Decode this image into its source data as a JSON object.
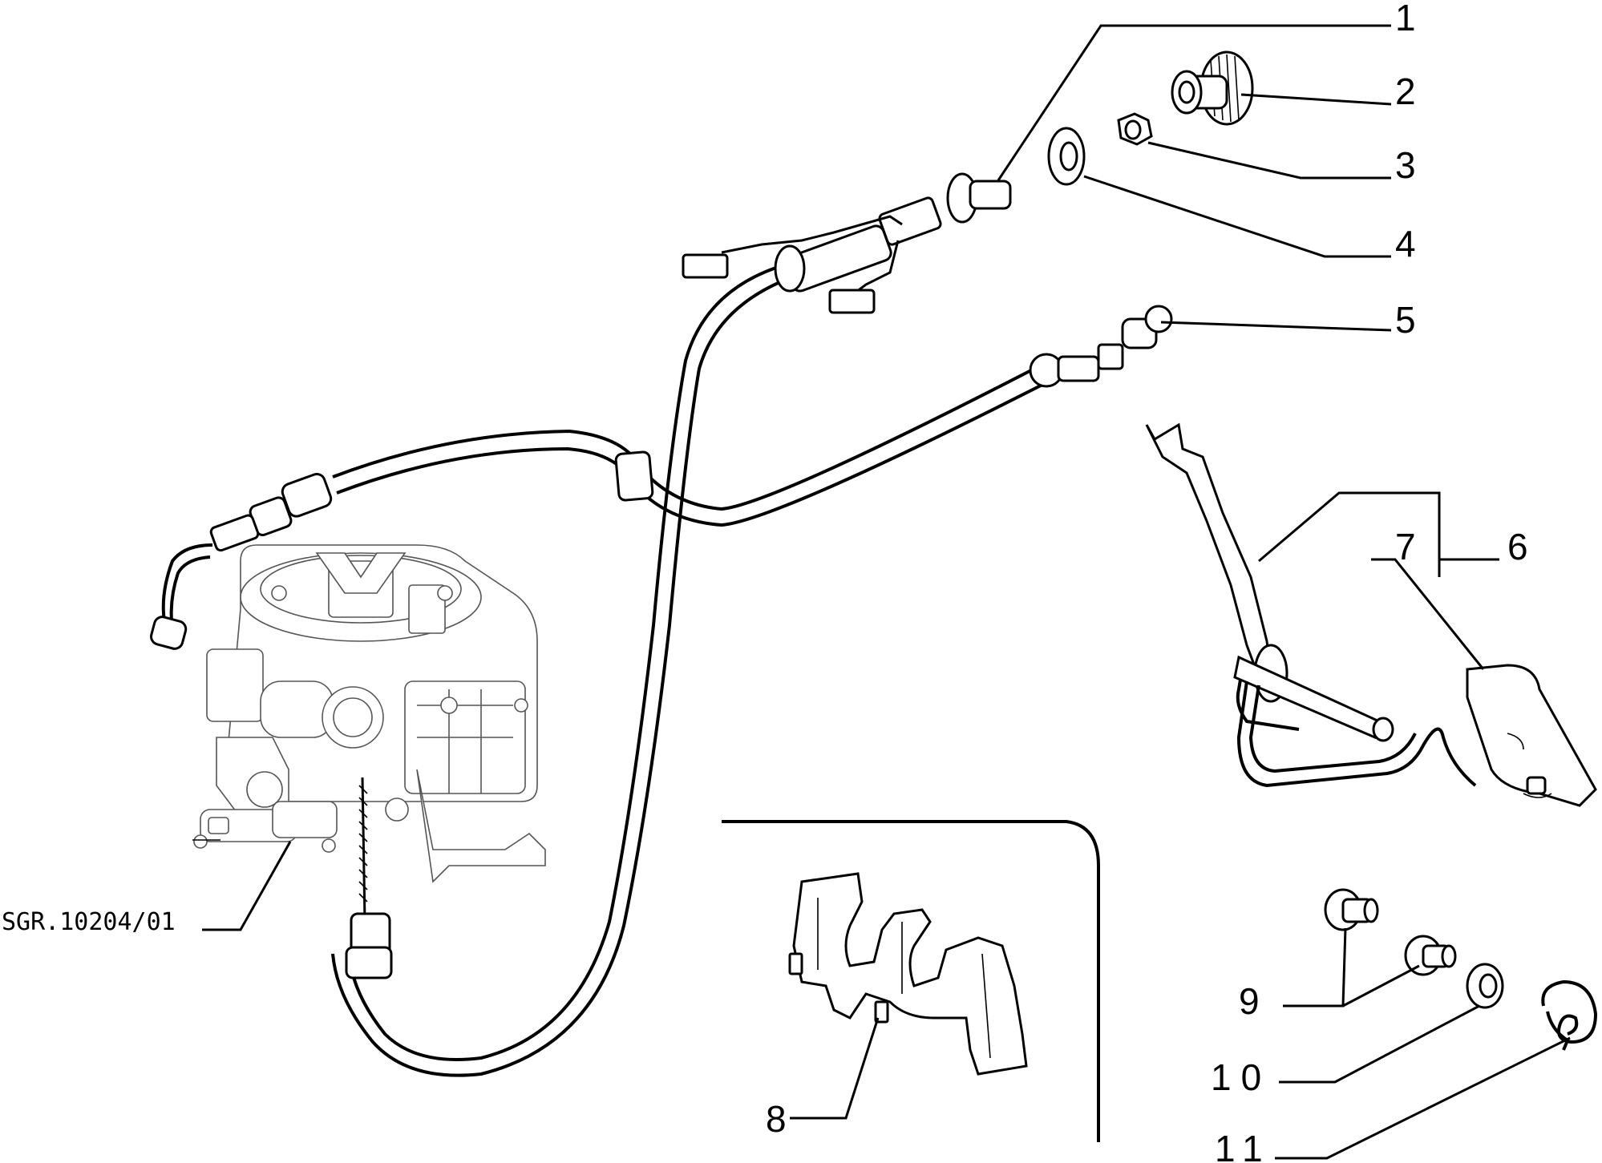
{
  "diagram": {
    "reference_code": "SGR.10204/01",
    "callouts": [
      {
        "id": "1",
        "text": "1"
      },
      {
        "id": "2",
        "text": "2"
      },
      {
        "id": "3",
        "text": "3"
      },
      {
        "id": "4",
        "text": "4"
      },
      {
        "id": "5",
        "text": "5"
      },
      {
        "id": "6",
        "text": "6"
      },
      {
        "id": "7",
        "text": "7"
      },
      {
        "id": "8",
        "text": "8"
      },
      {
        "id": "9",
        "text": "9"
      },
      {
        "id": "10",
        "text": "10"
      },
      {
        "id": "11",
        "text": "11"
      }
    ]
  }
}
